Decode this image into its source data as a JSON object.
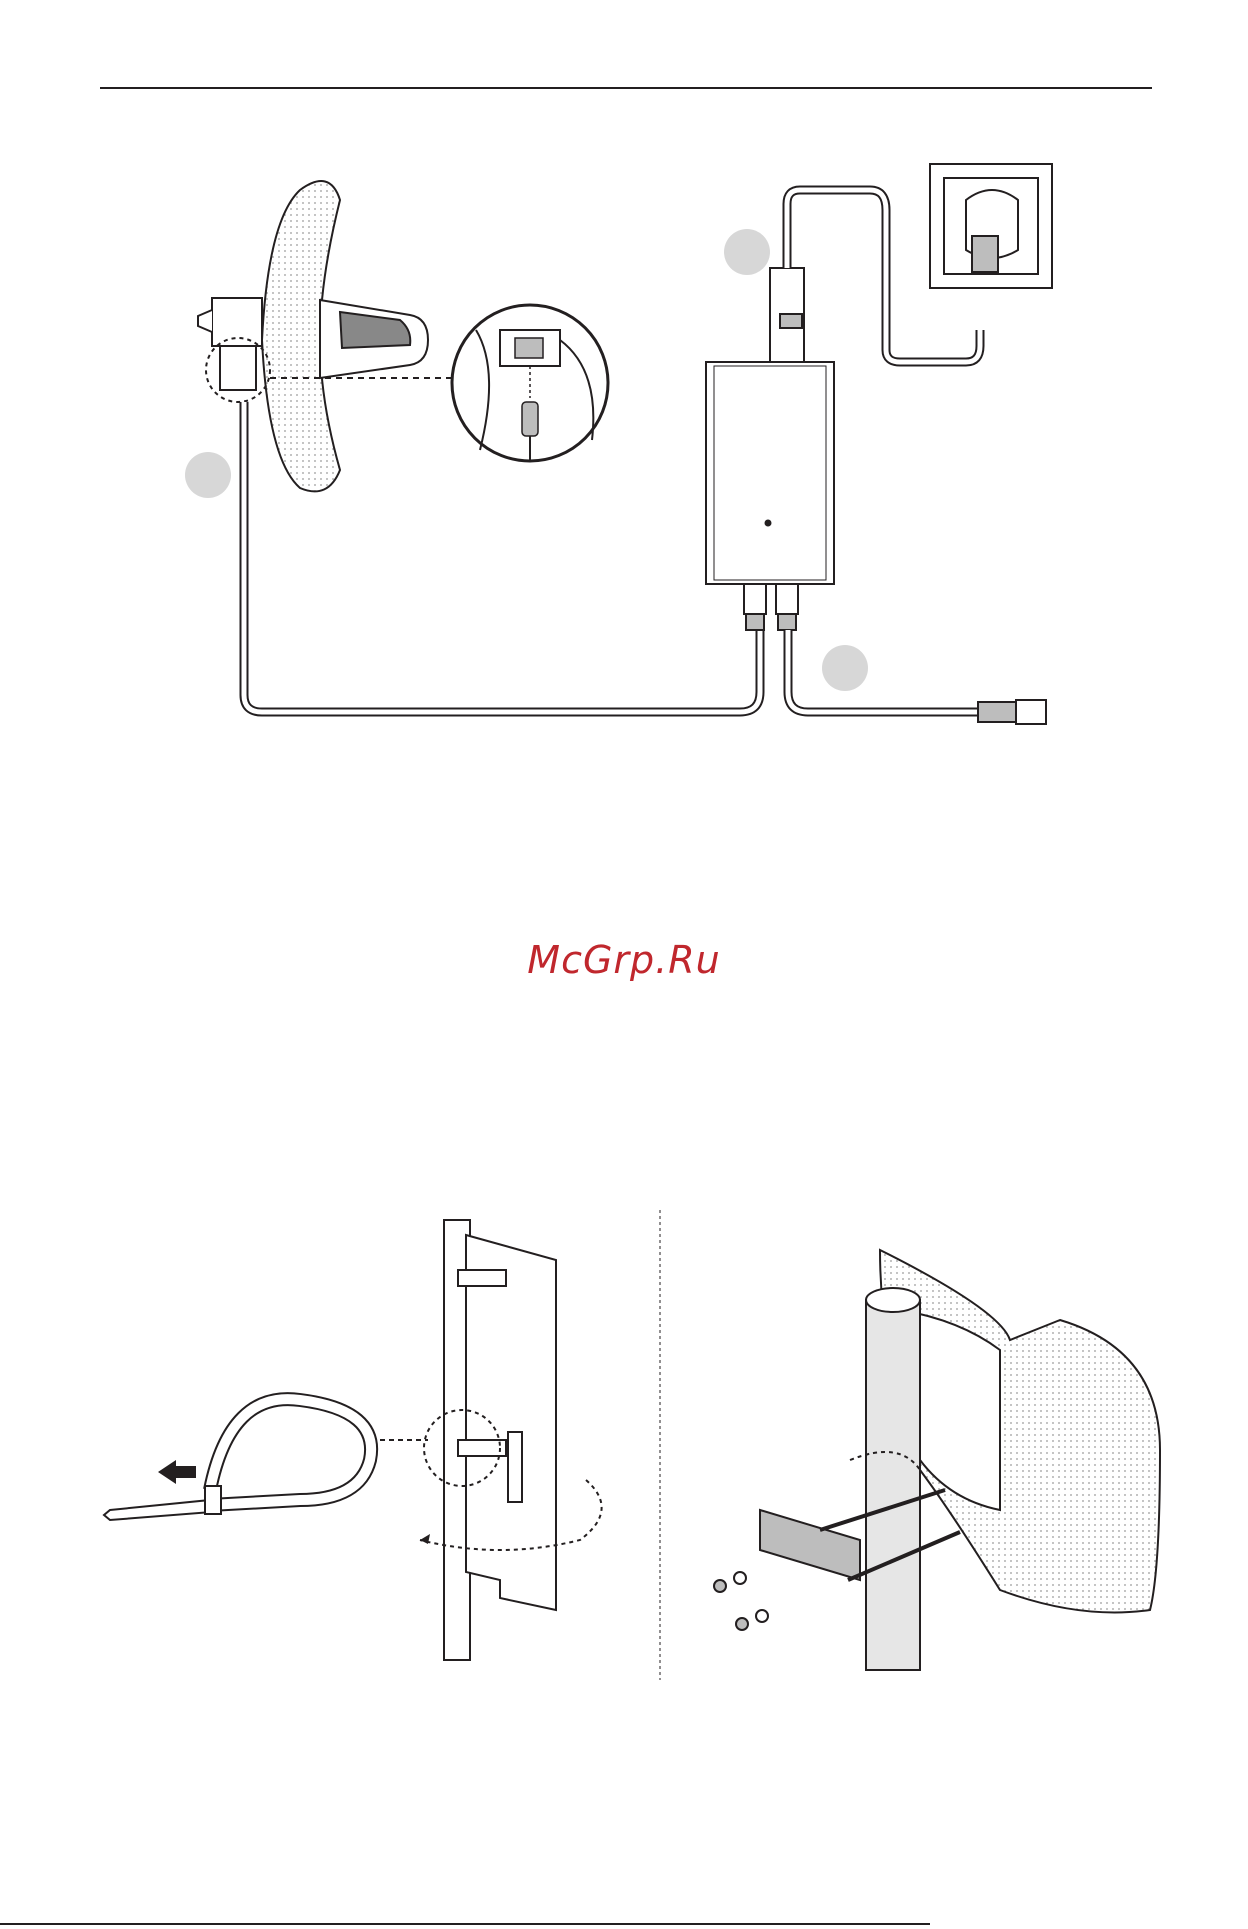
{
  "watermark": {
    "text": "McGrp.Ru",
    "color": "#c0272d"
  },
  "colors": {
    "line": "#231f20",
    "marker": "#d7d7d7",
    "fill_light": "#e6e6e6",
    "fill_mid": "#bdbdbd"
  },
  "figure_top": {
    "markers": [
      {
        "name": "step-marker-antenna"
      },
      {
        "name": "step-marker-power"
      },
      {
        "name": "step-marker-lan"
      }
    ]
  },
  "figure_bottom": {
    "panels": [
      {
        "name": "zip-tie-mounting"
      },
      {
        "name": "pole-bracket-mounting"
      }
    ]
  }
}
